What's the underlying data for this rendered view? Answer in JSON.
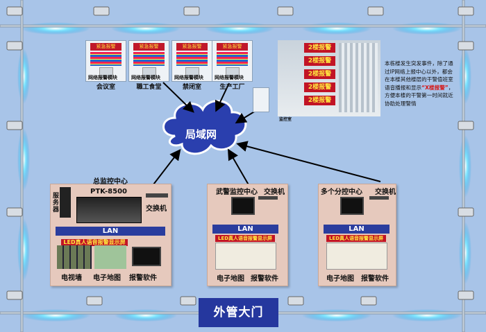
{
  "cloud": {
    "label": "局域网"
  },
  "terminals": [
    {
      "screen": "紧急报警",
      "caption": "网络报警模块",
      "room": "会议室"
    },
    {
      "screen": "紧急报警",
      "caption": "网络报警模块",
      "room": "職工食堂"
    },
    {
      "screen": "紧急报警",
      "caption": "网络报警模块",
      "room": "禁闭室"
    },
    {
      "screen": "紧急报警",
      "caption": "网络报警模块",
      "room": "生产工厂"
    }
  ],
  "building": {
    "signs": [
      "2楼报警",
      "2楼报警",
      "2楼报警",
      "2楼报警",
      "2楼报警"
    ],
    "duty_room": "监控室",
    "info_before": "本栋楼发生突发事件，除了通过IP网络上报中心以外，都会在本楼其他楼层的干警值班室语音播报和显示",
    "info_highlight": "“X楼报警”",
    "info_after": "，方便本楼的干警第一时间就近协助处理警情"
  },
  "panels": {
    "main": {
      "title": "总监控中心",
      "server": "服务器",
      "device": "PTK-8500",
      "switch": "交换机",
      "lan": "LAN",
      "led_title": "LED真人语音报警显示屏",
      "labels": [
        "电视墙",
        "电子地图",
        "报警软件"
      ]
    },
    "police": {
      "title": "武警监控中心",
      "switch": "交换机",
      "lan": "LAN",
      "led_title": "LED真人语音报警显示屏",
      "labels": [
        "电子地图",
        "报警软件"
      ]
    },
    "branch": {
      "title": "多个分控中心",
      "switch": "交换机",
      "lan": "LAN",
      "led_title": "LED真人语音报警显示屏",
      "labels": [
        "电子地图",
        "报警软件"
      ]
    }
  },
  "gate": {
    "label": "外管大门"
  },
  "colors": {
    "background": "#a8c4e8",
    "panel": "#e6c9bd",
    "lan": "#2a3d9e",
    "fence_light": "#00bfff",
    "alarm_red": "#c21425"
  }
}
